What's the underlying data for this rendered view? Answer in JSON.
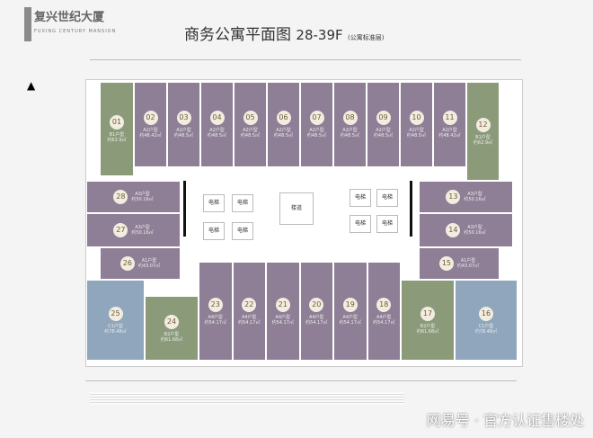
{
  "logo": {
    "cn": "复兴世纪大厦",
    "en": "FUXING CENTURY MANSION"
  },
  "title": {
    "main": "商务公寓平面图",
    "floors": "28-39F",
    "sub": "(公寓标准层)"
  },
  "core": {
    "elevator": "电梯",
    "stair": "楼道"
  },
  "units": [
    {
      "n": "01",
      "t": "B1户型",
      "a": "约62.9㎡",
      "c": "g"
    },
    {
      "n": "02",
      "t": "A2户型",
      "a": "约48.42㎡",
      "c": "p"
    },
    {
      "n": "03",
      "t": "A2户型",
      "a": "约48.5㎡",
      "c": "p"
    },
    {
      "n": "04",
      "t": "A2户型",
      "a": "约48.5㎡",
      "c": "p"
    },
    {
      "n": "05",
      "t": "A2户型",
      "a": "约48.5㎡",
      "c": "p"
    },
    {
      "n": "06",
      "t": "A2户型",
      "a": "约48.5㎡",
      "c": "p"
    },
    {
      "n": "07",
      "t": "A2户型",
      "a": "约48.5㎡",
      "c": "p"
    },
    {
      "n": "08",
      "t": "A2户型",
      "a": "约48.5㎡",
      "c": "p"
    },
    {
      "n": "09",
      "t": "A2户型",
      "a": "约48.5㎡",
      "c": "p"
    },
    {
      "n": "10",
      "t": "A2户型",
      "a": "约48.5㎡",
      "c": "p"
    },
    {
      "n": "11",
      "t": "A2户型",
      "a": "约48.42㎡",
      "c": "p"
    },
    {
      "n": "12",
      "t": "B1户型",
      "a": "约62.9㎡",
      "c": "g"
    },
    {
      "n": "13",
      "t": "A3户型",
      "a": "约50.16㎡",
      "c": "p"
    },
    {
      "n": "14",
      "t": "A3户型",
      "a": "约50.16㎡",
      "c": "p"
    },
    {
      "n": "15",
      "t": "A1户型",
      "a": "约43.07㎡",
      "c": "p"
    },
    {
      "n": "16",
      "t": "C1户型",
      "a": "约78.48㎡",
      "c": "b"
    },
    {
      "n": "17",
      "t": "B2户型",
      "a": "约61.68㎡",
      "c": "g"
    },
    {
      "n": "18",
      "t": "A4户型",
      "a": "约54.17㎡",
      "c": "p"
    },
    {
      "n": "19",
      "t": "A4户型",
      "a": "约54.17㎡",
      "c": "p"
    },
    {
      "n": "20",
      "t": "A4户型",
      "a": "约54.17㎡",
      "c": "p"
    },
    {
      "n": "21",
      "t": "A4户型",
      "a": "约54.17㎡",
      "c": "p"
    },
    {
      "n": "22",
      "t": "A4户型",
      "a": "约54.17㎡",
      "c": "p"
    },
    {
      "n": "23",
      "t": "A4户型",
      "a": "约54.17㎡",
      "c": "p"
    },
    {
      "n": "24",
      "t": "B2户型",
      "a": "约61.68㎡",
      "c": "g"
    },
    {
      "n": "25",
      "t": "C1户型",
      "a": "约78.48㎡",
      "c": "b"
    },
    {
      "n": "26",
      "t": "A1户型",
      "a": "约43.07㎡",
      "c": "p"
    },
    {
      "n": "27",
      "t": "A3户型",
      "a": "约50.16㎡",
      "c": "p"
    },
    {
      "n": "28",
      "t": "A3户型",
      "a": "约50.16㎡",
      "c": "p"
    }
  ],
  "colors": {
    "a_type": "#8e7e96",
    "b_type": "#8b9b7a",
    "c_type": "#8fa6bd"
  },
  "watermark": "网易号 · 官方认证售楼处"
}
